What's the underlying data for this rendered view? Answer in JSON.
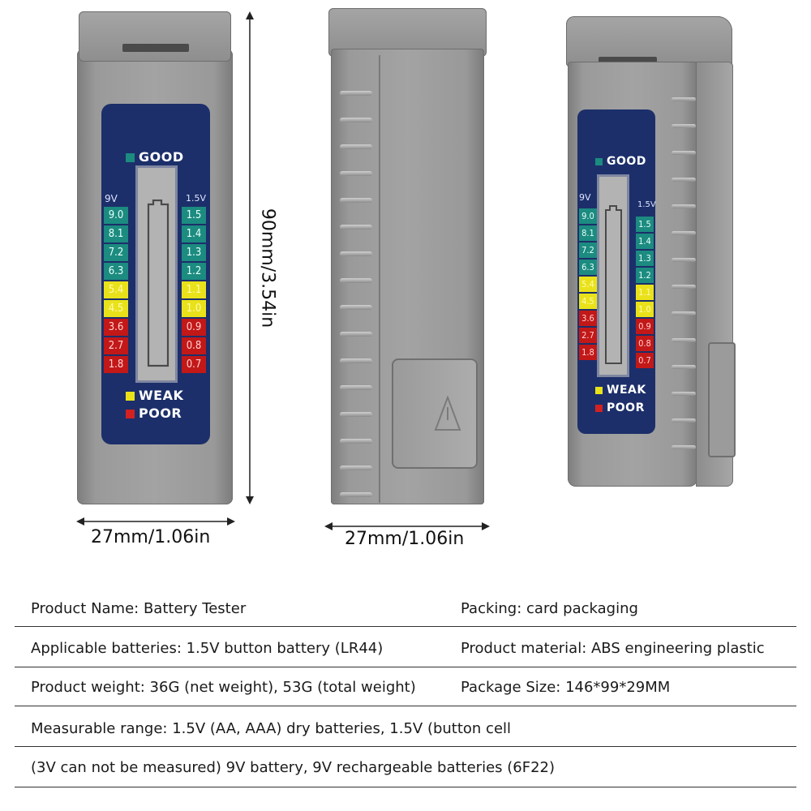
{
  "front_device": {
    "label_good": "GOOD",
    "label_weak": "WEAK",
    "label_poor": "POOR",
    "col_left_title": "9V",
    "col_right_title": "1.5V",
    "left_values": [
      "9.0",
      "8.1",
      "7.2",
      "6.3",
      "5.4",
      "4.5",
      "3.6",
      "2.7",
      "1.8"
    ],
    "right_values": [
      "1.5",
      "1.4",
      "1.3",
      "1.2",
      "1.1",
      "1.0",
      "0.9",
      "0.8",
      "0.7"
    ],
    "levels": [
      "good",
      "good",
      "good",
      "good",
      "weak",
      "weak",
      "poor",
      "poor",
      "poor"
    ]
  },
  "dimensions": {
    "height": "90mm/3.54in",
    "width_front": "27mm/1.06in",
    "width_side": "27mm/1.06in"
  },
  "specs": [
    [
      "Product Name: Battery Tester",
      "Packing: card packaging"
    ],
    [
      "Applicable batteries: 1.5V button battery (LR44)",
      "Product material: ABS engineering plastic"
    ],
    [
      "Product weight: 36G (net weight), 53G (total weight)",
      "Package Size: 146*99*29MM"
    ],
    [
      "Measurable range: 1.5V (AA, AAA) dry batteries, 1.5V (button cell"
    ],
    [
      "(3V can not be measured) 9V battery, 9V rechargeable batteries (6F22)"
    ]
  ],
  "colors": {
    "good": "#1c8b80",
    "weak": "#e9e21a",
    "poor": "#c21818",
    "panel": "#1c2f6a",
    "body": "#a0a0a0"
  }
}
